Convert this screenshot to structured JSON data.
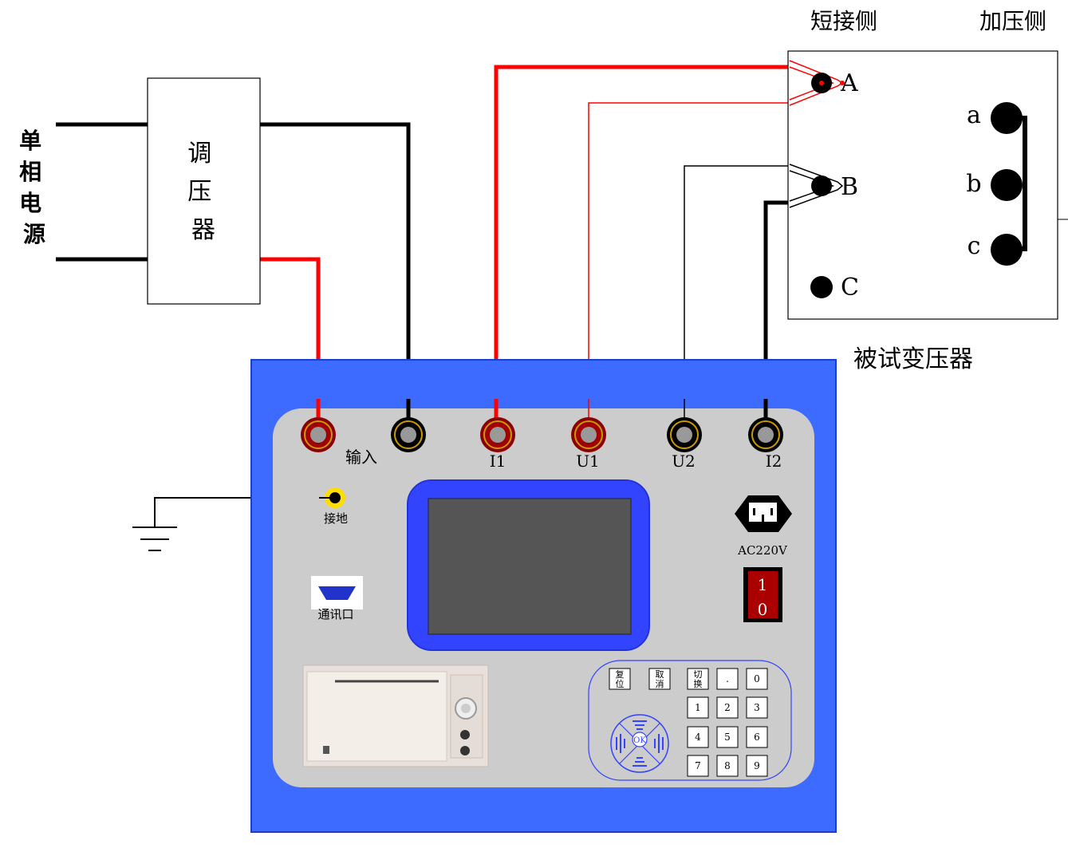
{
  "source": {
    "label": "单\n相\n电\n源"
  },
  "regulator": {
    "label": "调\n压\n器"
  },
  "transformer": {
    "title": "被试变压器",
    "side_short": "短接侧",
    "side_voltage": "加压侧",
    "terminals_hv": [
      "A",
      "B",
      "C"
    ],
    "terminals_lv": [
      "a",
      "b",
      "c"
    ]
  },
  "instrument": {
    "input_label": "输入",
    "terminal_labels": [
      "I1",
      "U1",
      "U2",
      "I2"
    ],
    "ground_label": "接地",
    "comm_label": "通讯口",
    "power_label": "AC220V",
    "switch_on": "1",
    "switch_off": "0",
    "keypad": {
      "func_keys": [
        "复\n位",
        "取\n消",
        "切\n换"
      ],
      "num_keys": [
        ".",
        "0",
        "1",
        "2",
        "3",
        "4",
        "5",
        "6",
        "7",
        "8",
        "9"
      ],
      "ok_label": "OK"
    }
  },
  "colors": {
    "panel_blue": "#3d6bff",
    "panel_face": "#cccccc",
    "wire_red": "#ff0000",
    "wire_black": "#000000",
    "terminal_red": "#8b0000",
    "screen": "#555555"
  }
}
